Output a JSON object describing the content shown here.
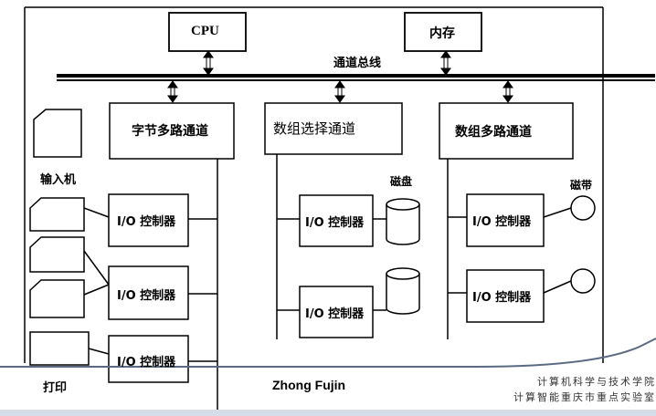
{
  "diagram": {
    "cpu_label": "CPU",
    "memory_label": "内存",
    "bus_label": "通道总线",
    "channels": [
      {
        "label": "字节多路通道"
      },
      {
        "label": "数组选择通道"
      },
      {
        "label": "数组多路通道"
      }
    ],
    "io_controller_label": "I/O 控制器",
    "input_device_label": "输入机",
    "printer_label": "打印",
    "disk_label": "磁盘",
    "tape_label": "磁带"
  },
  "footer": {
    "author": "Zhong Fujin",
    "org_line1": "计算机科学与技术学院",
    "org_line2": "计算智能重庆市重点实验室"
  }
}
